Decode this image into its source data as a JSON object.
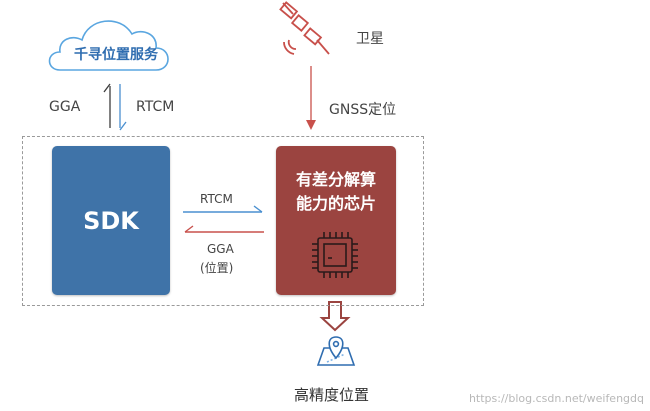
{
  "cloud": {
    "label": "千寻位置服务"
  },
  "satellite": {
    "label": "卫星"
  },
  "left_link": {
    "up_label": "GGA",
    "down_label": "RTCM"
  },
  "gnss": {
    "label": "GNSS定位"
  },
  "sdk": {
    "label": "SDK"
  },
  "chip": {
    "line1": "有差分解算",
    "line2": "能力的芯片"
  },
  "middle_link": {
    "rtcm_label": "RTCM",
    "gga_label": "GGA",
    "gga_sub": "(位置)"
  },
  "output": {
    "label": "高精度位置"
  },
  "watermark": "https://blog.csdn.net/weifengdq",
  "colors": {
    "sdk": "#3f73a8",
    "chip": "#9b4440",
    "cloud_stroke": "#5aa6e0",
    "red": "#c8504b",
    "blue": "#4a8fd0"
  }
}
